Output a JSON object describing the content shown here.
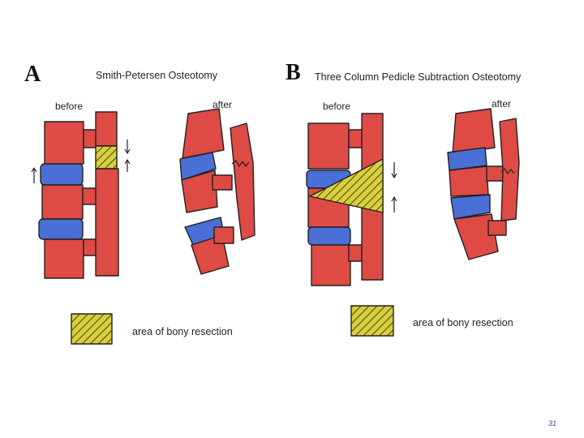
{
  "panel_a": {
    "letter": "A",
    "title": "Smith-Petersen Osteotomy",
    "before_label": "before",
    "after_label": "after",
    "legend_label": "area of bony resection"
  },
  "panel_b": {
    "letter": "B",
    "title": "Three Column Pedicle Subtraction Osteotomy",
    "before_label": "before",
    "after_label": "after",
    "legend_label": "area of bony resection"
  },
  "page_number": "31",
  "colors": {
    "bone": "#de4a44",
    "disc": "#4a6fd6",
    "resection": "#d8cf3e",
    "outline": "#222222"
  }
}
